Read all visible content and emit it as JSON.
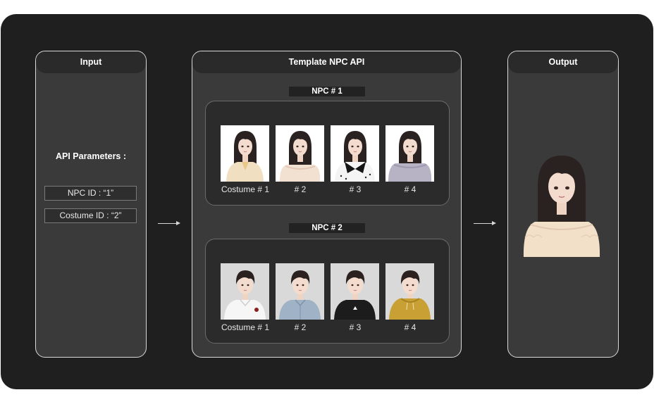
{
  "input": {
    "title": "Input",
    "params_title": "API Parameters :",
    "params": [
      "NPC ID : “1”",
      "Costume ID : “2”"
    ]
  },
  "template": {
    "title": "Template NPC API",
    "npcs": [
      {
        "label": "NPC # 1",
        "costumes": [
          "Costume # 1",
          "# 2",
          "# 3",
          "# 4"
        ],
        "thumb_icons": [
          "female-npc-costume-1-image",
          "female-npc-costume-2-image",
          "female-npc-costume-3-image",
          "female-npc-costume-4-image"
        ]
      },
      {
        "label": "NPC # 2",
        "costumes": [
          "Costume # 1",
          "# 2",
          "# 3",
          "# 4"
        ],
        "thumb_icons": [
          "male-npc-costume-1-image",
          "male-npc-costume-2-image",
          "male-npc-costume-3-image",
          "male-npc-costume-4-image"
        ]
      }
    ]
  },
  "output": {
    "title": "Output",
    "image_icon": "female-npc-output-portrait"
  },
  "colors": {
    "background": "#1f1f1f",
    "panel": "#3a3a3a",
    "panel_border": "#d9d9d9",
    "card": "#2b2b2b",
    "text": "#ffffff"
  }
}
